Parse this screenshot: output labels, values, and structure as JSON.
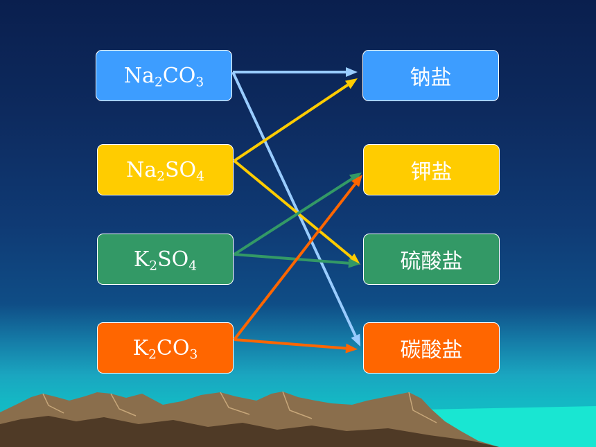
{
  "colors": {
    "blue": "#3d9dff",
    "yellow": "#ffcc00",
    "green": "#339966",
    "orange": "#ff6600",
    "light_blue_arrow": "#99ccff"
  },
  "compounds": [
    {
      "id": "na2co3",
      "parts": [
        "Na",
        "2",
        "CO",
        "3"
      ],
      "color": "blue"
    },
    {
      "id": "na2so4",
      "parts": [
        "Na",
        "2",
        "SO",
        "4"
      ],
      "color": "yellow"
    },
    {
      "id": "k2so4",
      "parts": [
        "K",
        "2",
        "SO",
        "4"
      ],
      "color": "green"
    },
    {
      "id": "k2co3",
      "parts": [
        "K",
        "2",
        "CO",
        "3"
      ],
      "color": "orange"
    }
  ],
  "categories": [
    {
      "id": "sodium",
      "label": "钠盐",
      "color": "blue"
    },
    {
      "id": "potassium",
      "label": "钾盐",
      "color": "yellow"
    },
    {
      "id": "sulfate",
      "label": "硫酸盐",
      "color": "green"
    },
    {
      "id": "carbonate",
      "label": "碳酸盐",
      "color": "orange"
    }
  ],
  "connections": [
    {
      "from": "na2co3",
      "to": "sodium",
      "color": "light_blue_arrow"
    },
    {
      "from": "na2co3",
      "to": "carbonate",
      "color": "light_blue_arrow"
    },
    {
      "from": "na2so4",
      "to": "sodium",
      "color": "yellow"
    },
    {
      "from": "na2so4",
      "to": "sulfate",
      "color": "yellow"
    },
    {
      "from": "k2so4",
      "to": "potassium",
      "color": "green"
    },
    {
      "from": "k2so4",
      "to": "sulfate",
      "color": "green"
    },
    {
      "from": "k2co3",
      "to": "potassium",
      "color": "orange"
    },
    {
      "from": "k2co3",
      "to": "carbonate",
      "color": "orange"
    }
  ]
}
